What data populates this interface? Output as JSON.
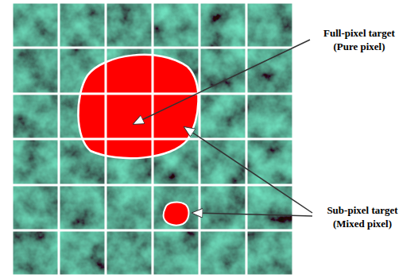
{
  "diagram": {
    "labels": [
      "Full-pixel target",
      "(Pure pixel)",
      "Sub-pixel target",
      "(Mixed pixel)"
    ]
  }
}
